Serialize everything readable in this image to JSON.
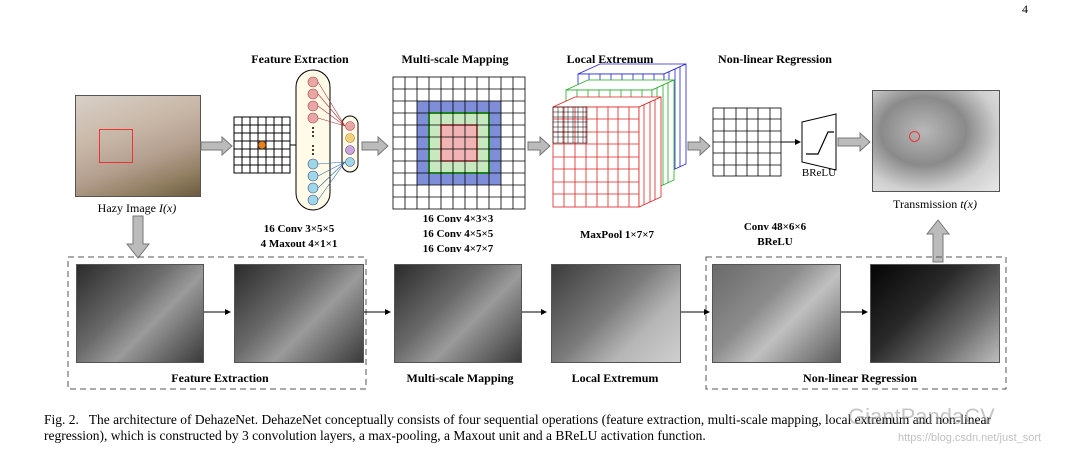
{
  "page": {
    "page_number": "4"
  },
  "top": {
    "input_label": "Hazy Image",
    "input_var": "I(x)",
    "stages": [
      {
        "title": "Feature Extraction",
        "specs": [
          "16 Conv 3×5×5",
          "4 Maxout 4×1×1"
        ]
      },
      {
        "title": "Multi-scale Mapping",
        "specs": [
          "16 Conv 4×3×3",
          "16 Conv 4×5×5",
          "16 Conv 4×7×7"
        ]
      },
      {
        "title": "Local Extremum",
        "specs": [
          "MaxPool 1×7×7"
        ]
      },
      {
        "title": "Non-linear Regression",
        "specs": [
          "Conv 48×6×6",
          "BReLU"
        ]
      }
    ],
    "brelu_label": "BReLU",
    "output_label": "Transmission",
    "output_var": "t(x)"
  },
  "bottom": {
    "labels": [
      "Feature Extraction",
      "Multi-scale Mapping",
      "Local Extremum",
      "Non-linear Regression"
    ]
  },
  "caption": {
    "fig": "Fig. 2.",
    "text": "The architecture of DehazeNet. DehazeNet conceptually consists of four sequential operations (feature extraction, multi-scale mapping, local extremum and non-linear regression), which is constructed by 3 convolution layers, a max-pooling, a Maxout unit and a BReLU activation function."
  },
  "watermark": {
    "brand": "GiantPandaCV",
    "url": "https://blog.csdn.net/just_sort"
  }
}
